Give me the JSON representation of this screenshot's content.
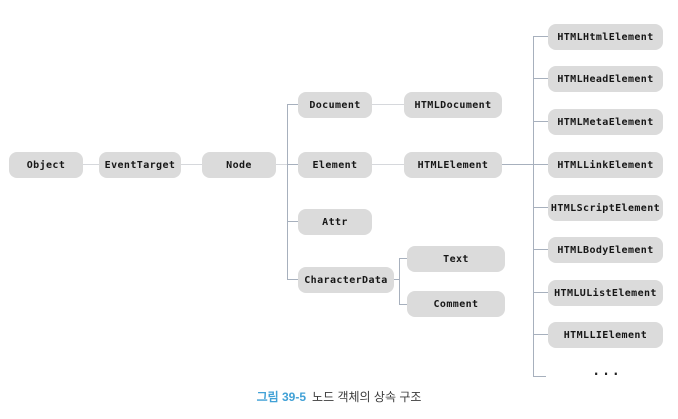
{
  "diagram": {
    "nodes": {
      "object": "Object",
      "event_target": "EventTarget",
      "node": "Node",
      "document": "Document",
      "html_document": "HTMLDocument",
      "element": "Element",
      "html_element": "HTMLElement",
      "attr": "Attr",
      "character_data": "CharacterData",
      "text": "Text",
      "comment": "Comment",
      "html_html_element": "HTMLHtmlElement",
      "html_head_element": "HTMLHeadElement",
      "html_meta_element": "HTMLMetaElement",
      "html_link_element": "HTMLLinkElement",
      "html_script_element": "HTMLScriptElement",
      "html_body_element": "HTMLBodyElement",
      "html_ulist_element": "HTMLUListElement",
      "html_li_element": "HTMLLIElement",
      "ellipsis": "..."
    },
    "edges": [
      [
        "object",
        "event_target"
      ],
      [
        "event_target",
        "node"
      ],
      [
        "node",
        "document"
      ],
      [
        "node",
        "element"
      ],
      [
        "node",
        "attr"
      ],
      [
        "node",
        "character_data"
      ],
      [
        "document",
        "html_document"
      ],
      [
        "element",
        "html_element"
      ],
      [
        "character_data",
        "text"
      ],
      [
        "character_data",
        "comment"
      ],
      [
        "html_element",
        "html_html_element"
      ],
      [
        "html_element",
        "html_head_element"
      ],
      [
        "html_element",
        "html_meta_element"
      ],
      [
        "html_element",
        "html_link_element"
      ],
      [
        "html_element",
        "html_script_element"
      ],
      [
        "html_element",
        "html_body_element"
      ],
      [
        "html_element",
        "html_ulist_element"
      ],
      [
        "html_element",
        "html_li_element"
      ],
      [
        "html_element",
        "ellipsis"
      ]
    ],
    "colors": {
      "box_bg": "#dbdbdb",
      "box_text": "#161616",
      "tree_line": "#a7b0bd",
      "chain_line": "#d6d8dc"
    }
  },
  "caption": {
    "figure_label": "그림 39-5",
    "title": "노드 객체의 상속 구조",
    "accent_color": "#41a1d6"
  }
}
